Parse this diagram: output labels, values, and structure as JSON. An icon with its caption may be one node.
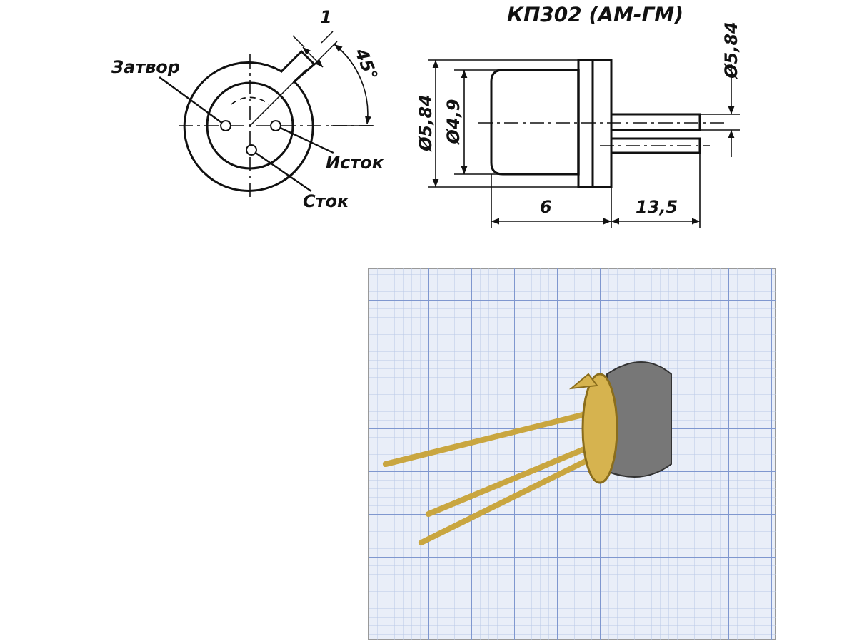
{
  "diagram": {
    "title": "КП302 (АМ-ГМ)",
    "nodes": [
      {
        "text": [
          "Затвор"
        ]
      },
      {
        "text": [],
        "shape": "circle"
      },
      {
        "text": [
          "Исток"
        ]
      },
      {
        "text": [],
        "shape": "circle"
      },
      {
        "text": [
          "Сток"
        ]
      },
      {
        "text": [],
        "shape": "circle"
      }
    ],
    "edges": [
      {
        "from": 0,
        "to": 1,
        "arrow": "none"
      },
      {
        "from": 2,
        "to": 3,
        "arrow": "none"
      },
      {
        "from": 4,
        "to": 5,
        "arrow": "none"
      }
    ],
    "labels": [
      "1",
      "45°",
      "Ø5,84",
      "Ø4,9",
      "6",
      "13,5",
      "Ø5,84"
    ]
  }
}
